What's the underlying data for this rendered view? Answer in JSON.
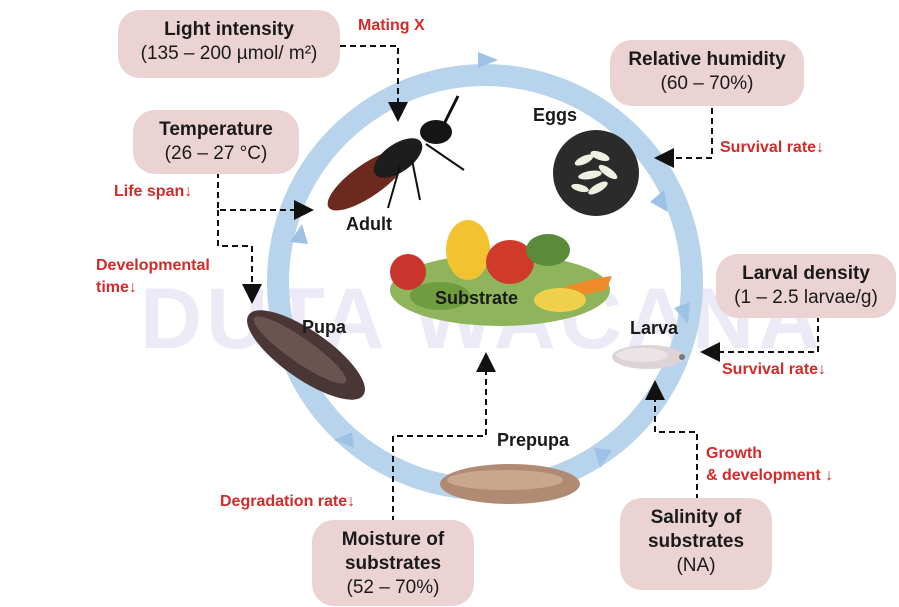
{
  "watermark": "DUTA WACANA",
  "factors": {
    "light": {
      "title": "Light intensity",
      "value": "(135 – 200 µmol/ m²)"
    },
    "humidity": {
      "title": "Relative humidity",
      "value": "(60 – 70%)"
    },
    "temperature": {
      "title": "Temperature",
      "value": "(26 – 27 °C)"
    },
    "density": {
      "title": "Larval density",
      "value": "(1 – 2.5 larvae/g)"
    },
    "moisture": {
      "title_line1": "Moisture of",
      "title_line2": "substrates",
      "value": "(52 – 70%)"
    },
    "salinity": {
      "title_line1": "Salinity of",
      "title_line2": "substrates",
      "value": "(NA)"
    }
  },
  "effects": {
    "mating": "Mating X",
    "survival_eggs": "Survival rate↓",
    "life_span": "Life span↓",
    "dev_time_line1": "Developmental",
    "dev_time_line2": "time↓",
    "survival_larva": "Survival rate↓",
    "growth_line1": "Growth",
    "growth_line2": "& development ↓",
    "degradation": "Degradation rate↓"
  },
  "stages": {
    "eggs": "Eggs",
    "adult": "Adult",
    "substrate": "Substrate",
    "pupa": "Pupa",
    "larva": "Larva",
    "prepupa": "Prepupa"
  },
  "colors": {
    "cycle_ring": "#b8d3ec",
    "factor_box": "#ecd3d3",
    "effect_text": "#d32a2a"
  }
}
